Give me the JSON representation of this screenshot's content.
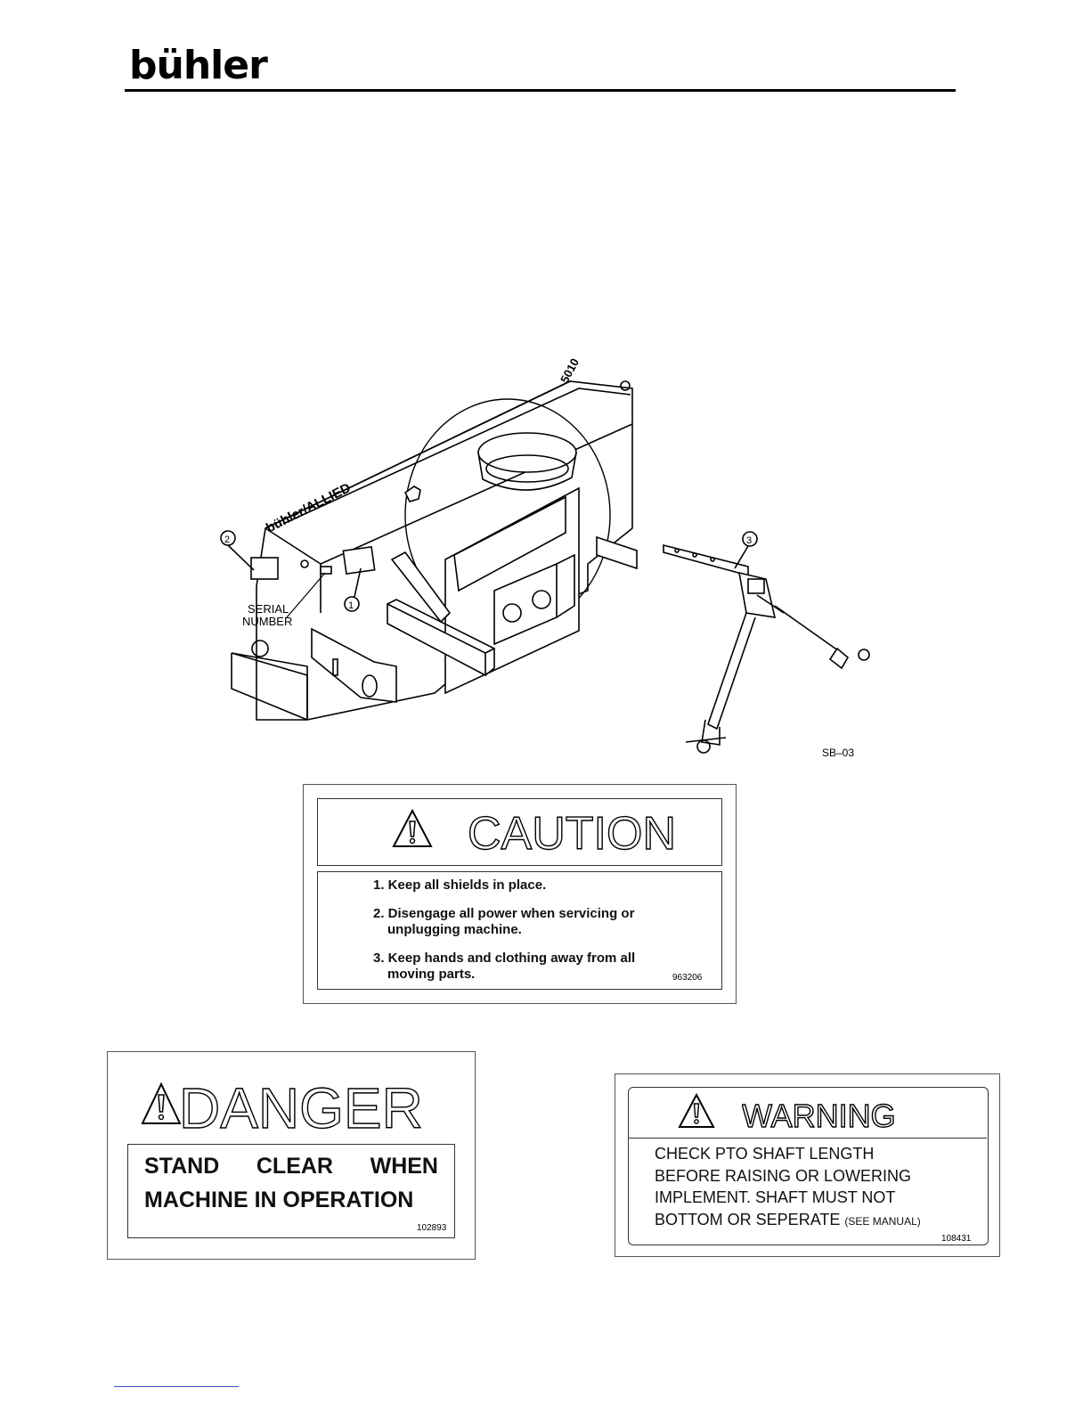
{
  "header": {
    "logo_text": "bühler"
  },
  "drawing": {
    "machine_brand": "bühler/ALLIED",
    "model_number": "5010",
    "callouts": [
      "1",
      "2",
      "3"
    ],
    "serial_label": "SERIAL NUMBER",
    "serial_line1": "SERIAL",
    "serial_line2": "NUMBER",
    "figure_code": "SB–03"
  },
  "caution_decal": {
    "title": "CAUTION",
    "items": [
      {
        "line1": "1. Keep all shields in place.",
        "line2": ""
      },
      {
        "line1": "2. Disengage all power when servicing or",
        "line2": "unplugging machine."
      },
      {
        "line1": "3. Keep hands and clothing away from all",
        "line2": "moving parts."
      }
    ],
    "part_number": "963206"
  },
  "danger_decal": {
    "title": "DANGER",
    "line1_words": [
      "STAND",
      "CLEAR",
      "WHEN"
    ],
    "line2": "MACHINE IN OPERATION",
    "part_number": "102893"
  },
  "warning_decal": {
    "title": "WARNING",
    "lines": [
      "CHECK PTO SHAFT LENGTH",
      "BEFORE RAISING OR LOWERING",
      "IMPLEMENT. SHAFT MUST NOT",
      "BOTTOM OR SEPERATE"
    ],
    "see_manual": "(SEE MANUAL)",
    "part_number": "108431"
  },
  "colors": {
    "ink": "#000000",
    "footer_link_rule": "#3b4fd6"
  }
}
